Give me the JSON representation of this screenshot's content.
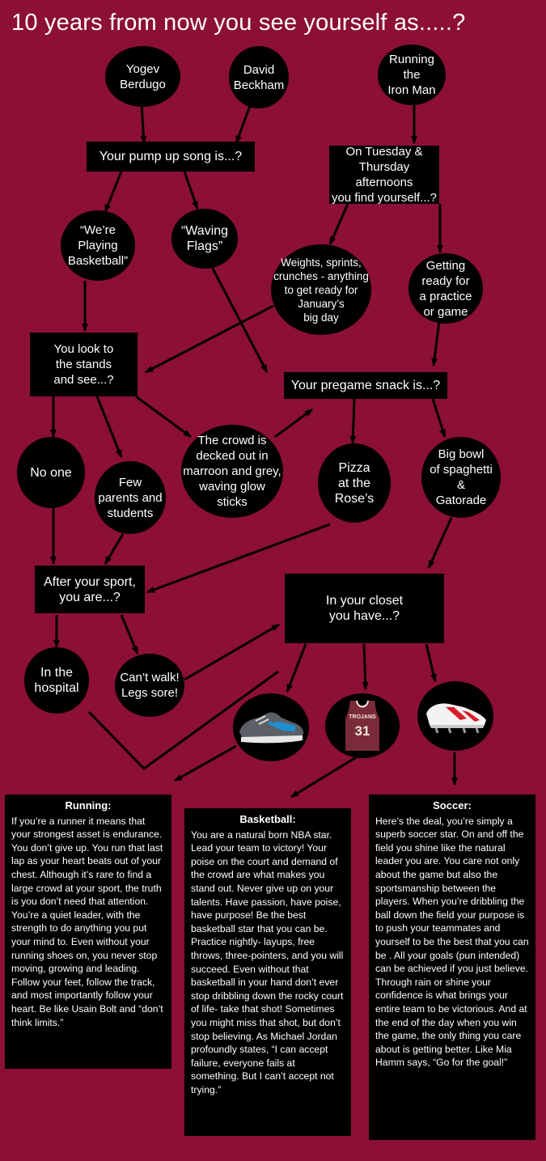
{
  "title": "10 years from now you see yourself as.....?",
  "nodes": {
    "yogev": "Yogev\nBerdugo",
    "david": "David\nBeckham",
    "ironman": "Running\nthe\nIron Man",
    "pump_song": "Your pump up song is...?",
    "tuesday": "On Tuesday &\nThursday afternoons\nyou find yourself...?",
    "playing_basketball": "“We’re\nPlaying\nBasketball”",
    "waving_flags": "“Waving\nFlags”",
    "weights": "Weights, sprints,\ncrunches - anything\nto get ready for\nJanuary’s\nbig day",
    "getting_ready": "Getting\nready for\na practice\nor game",
    "stands": "You look to\nthe stands\nand see...?",
    "snack": "Your pregame snack is...?",
    "no_one": "No one",
    "few_parents": "Few\nparents and\nstudents",
    "crowd": "The crowd is\ndecked out in\nmarroon and grey,\nwaving glow\nsticks",
    "pizza": "Pizza\nat the\nRose’s",
    "spaghetti": "Big bowl\nof spaghetti\n&\nGatorade",
    "after_sport": "After your sport,\nyou are...?",
    "closet": "In your closet\nyou have...?",
    "hospital": "In the\nhospital",
    "cant_walk": "Can’t walk!\nLegs  sore!"
  },
  "results": {
    "running": {
      "title": "Running:",
      "body": "If you’re a runner it means that your strongest asset is endurance. You don’t give up. You run that last lap as your heart beats out of your chest. Although it’s rare to find a large crowd at your sport, the truth is you don’t need that attention. You’re a quiet leader, with the strength to do anything you put your mind to. Even without your running shoes on, you never stop moving, growing and leading. Follow your feet, follow the track, and most importantly follow your heart. Be like Usain Bolt and “don’t think limits.”"
    },
    "basketball": {
      "title": "Basketball:",
      "body": "You are a natural born NBA star. Lead your team to victory! Your poise on the court and demand of the crowd are what makes you stand out. Never give up on your talents. Have passion, have poise, have purpose! Be the best basketball star that you can be. Practice nightly- layups, free throws, three-pointers, and you will succeed. Even without that basketball in your hand don’t ever stop dribbling down the rocky court of life- take that shot! Sometimes you might miss that shot, but don’t stop believing. As Michael Jordan profoundly states, “I can accept failure, everyone fails at something. But I can’t accept not trying.”"
    },
    "soccer": {
      "title": "Soccer:",
      "body": "Here’s the deal, you’re simply a superb soccer star. On and off the field you shine like the natural leader you are. You care not only about the game but also the sportsmanship between the players. When you’re dribbling the ball down the field your purpose is to push your teammates and yourself to be the best that you can be . All your goals (pun intended) can be achieved if you just believe. Through rain or shine your confidence is what brings your entire team to be victorious. And at the end of the day when you win the game, the only thing you care about is getting better. Like Mia Hamm says, “Go for the goal!”"
    }
  },
  "jersey_number": "31",
  "jersey_lettering": "TROJANS",
  "colors": {
    "background": "#8c0f35",
    "node": "#000000",
    "text": "#ffffff"
  },
  "icons": [
    "running-shoe-icon",
    "basketball-jersey-icon",
    "soccer-cleat-icon"
  ]
}
